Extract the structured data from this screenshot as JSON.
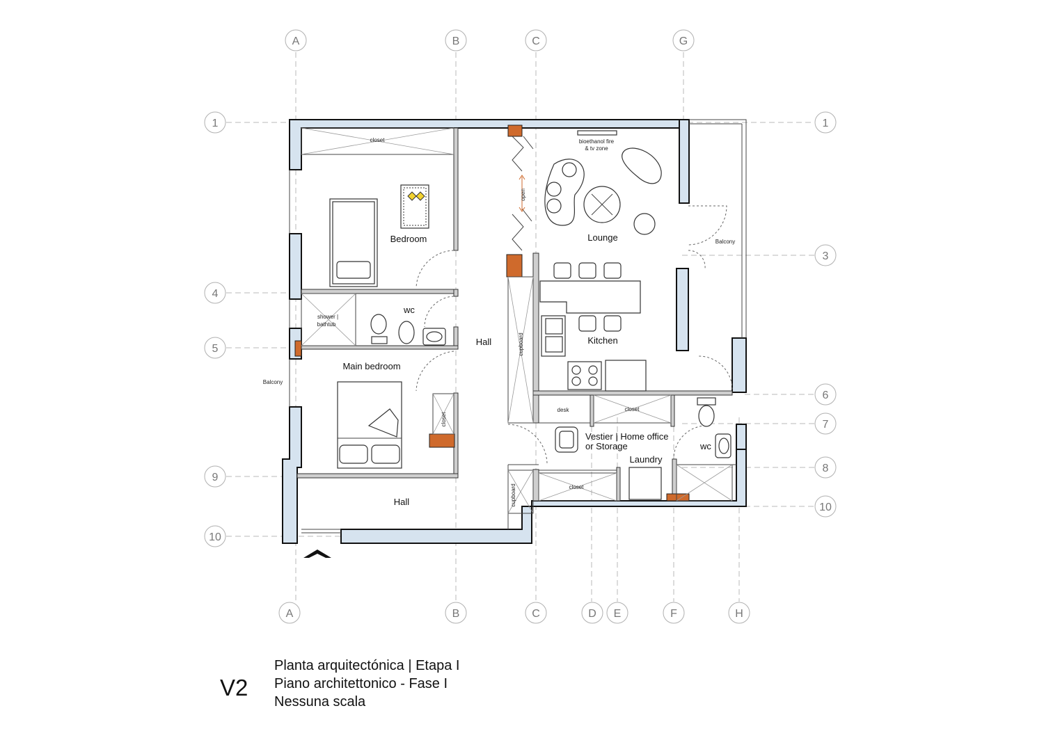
{
  "grid": {
    "columns_top": [
      "A",
      "B",
      "C",
      "G"
    ],
    "columns_bottom": [
      "A",
      "B",
      "C",
      "D",
      "E",
      "F",
      "H"
    ],
    "rows_left": [
      "1",
      "4",
      "5",
      "9",
      "10"
    ],
    "rows_right": [
      "1",
      "3",
      "6",
      "7",
      "8",
      "10"
    ]
  },
  "rooms": {
    "closet_top": "closet",
    "bedroom": "Bedroom",
    "shower": "shower |",
    "bathtub": "bathtub",
    "wc_upper": "wc",
    "main_bedroom": "Main bedroom",
    "closet_main": "closet",
    "balcony_left": "Balcony",
    "hall_center": "Hall",
    "hall_lower": "Hall",
    "cupboard_tall": "cupboard",
    "cupboard_small": "cupboard",
    "open": "open",
    "bioethanol_1": "bioethanol fire",
    "bioethanol_2": "&       tv zone",
    "lounge": "Lounge",
    "balcony_right": "Balcony",
    "kitchen": "Kitchen",
    "desk": "desk",
    "closet_office": "closet",
    "vestier_1": "Vestier | Home office",
    "vestier_2": "or Storage",
    "wc_lower": "wc",
    "laundry": "Laundry",
    "closet_laundry": "closet"
  },
  "title": {
    "version": "V2",
    "line1": "Planta arquitectónica | Etapa I",
    "line2": "Piano architettonico - Fase I",
    "line3": "Nessuna scala"
  },
  "colors": {
    "wall_fill": "#d6e3ef",
    "column_fill": "#cf6a2c",
    "grid": "#b8b8b8"
  }
}
